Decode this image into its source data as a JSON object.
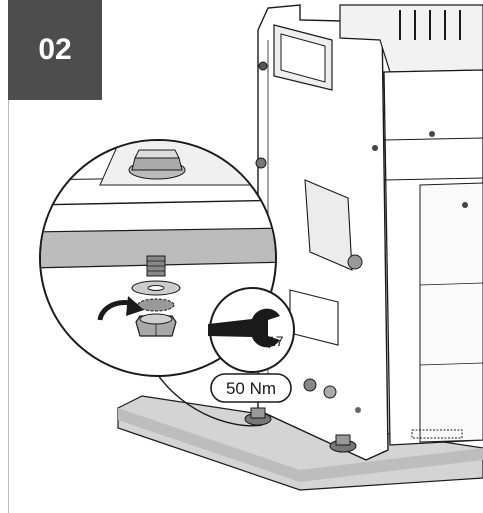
{
  "step": {
    "number": "02"
  },
  "callouts": {
    "wrench_size": "17",
    "torque": "50 Nm"
  },
  "icons": {
    "wrench": "wrench-icon",
    "rotation": "tighten-arrow-icon"
  },
  "colors": {
    "badge": "#4d4d4d",
    "line": "#1a1a1a",
    "floor": "#d4d4d4",
    "shade": "#bdbdbd"
  }
}
